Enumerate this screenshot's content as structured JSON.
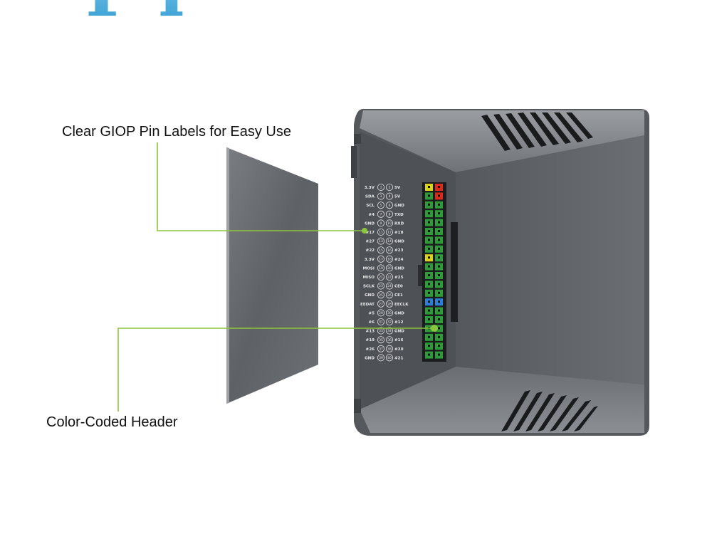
{
  "callouts": {
    "top": "Clear GIOP Pin Labels for Easy Use",
    "bottom": "Color-Coded Header"
  },
  "logo_fragment": {
    "text": "Pi",
    "color": "#3aa6d8"
  },
  "pin_labels": {
    "left": [
      "3.3V",
      "SDA",
      "SCL",
      "#4",
      "GND",
      "#17",
      "#27",
      "#22",
      "3.3V",
      "MOSI",
      "MISO",
      "SCLK",
      "GND",
      "EEDAT",
      "#5",
      "#6",
      "#13",
      "#19",
      "#26",
      "GND"
    ],
    "right": [
      "5V",
      "5V",
      "GND",
      "TXD",
      "RXD",
      "#18",
      "GND",
      "#23",
      "#24",
      "GND",
      "#25",
      "CE0",
      "CE1",
      "EECLK",
      "GND",
      "#12",
      "GND",
      "#16",
      "#20",
      "#21"
    ]
  },
  "colors": {
    "case_body": "#5d6065",
    "case_dark": "#45484c",
    "case_light": "#8a8d92",
    "leader_line": "#8cc63f",
    "header_green": "#2e9a3a",
    "pin_red": "#d92a1c",
    "pin_yellow": "#d8d21f",
    "pin_blue": "#2a7fd9"
  },
  "icons": [
    "leader-dot-icon"
  ]
}
